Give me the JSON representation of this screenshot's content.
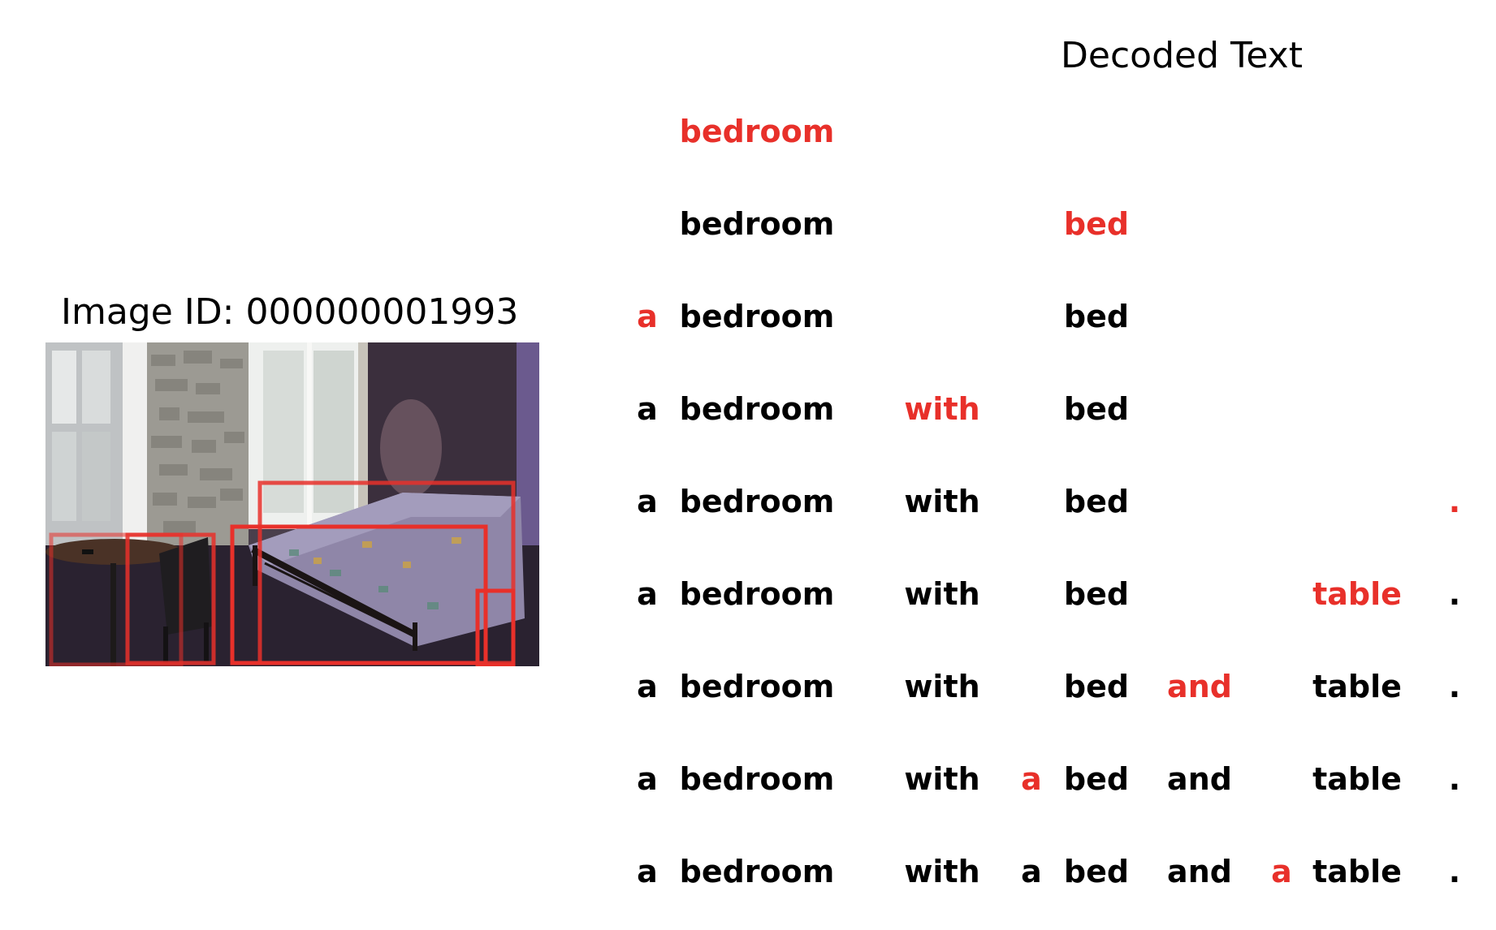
{
  "image_panel": {
    "title": "Image ID: 000000001993",
    "region_box_color": "#e8302a",
    "region_box_count": 5
  },
  "decoded_panel": {
    "title": "Decoded Text",
    "new_token_color": "#e8302a",
    "existing_token_color": "#000000",
    "slots": [
      "a",
      "bedroom",
      "with",
      "a",
      "bed",
      "and",
      "a",
      "table",
      "."
    ],
    "steps": [
      {
        "tokens": [
          null,
          "bedroom",
          null,
          null,
          null,
          null,
          null,
          null,
          null
        ],
        "new_index": 1
      },
      {
        "tokens": [
          null,
          "bedroom",
          null,
          null,
          "bed",
          null,
          null,
          null,
          null
        ],
        "new_index": 4
      },
      {
        "tokens": [
          "a",
          "bedroom",
          null,
          null,
          "bed",
          null,
          null,
          null,
          null
        ],
        "new_index": 0
      },
      {
        "tokens": [
          "a",
          "bedroom",
          "with",
          null,
          "bed",
          null,
          null,
          null,
          null
        ],
        "new_index": 2
      },
      {
        "tokens": [
          "a",
          "bedroom",
          "with",
          null,
          "bed",
          null,
          null,
          null,
          "."
        ],
        "new_index": 8
      },
      {
        "tokens": [
          "a",
          "bedroom",
          "with",
          null,
          "bed",
          null,
          null,
          "table",
          "."
        ],
        "new_index": 7
      },
      {
        "tokens": [
          "a",
          "bedroom",
          "with",
          null,
          "bed",
          "and",
          null,
          "table",
          "."
        ],
        "new_index": 5
      },
      {
        "tokens": [
          "a",
          "bedroom",
          "with",
          "a",
          "bed",
          "and",
          null,
          "table",
          "."
        ],
        "new_index": 3
      },
      {
        "tokens": [
          "a",
          "bedroom",
          "with",
          "a",
          "bed",
          "and",
          "a",
          "table",
          "."
        ],
        "new_index": 6
      }
    ]
  }
}
